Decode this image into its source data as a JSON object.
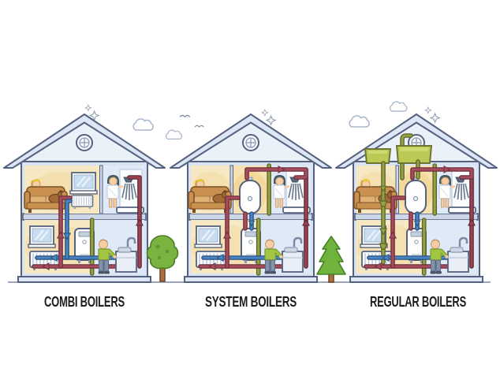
{
  "diagram": {
    "houses": [
      {
        "label": "COMBI BOILERS",
        "components": [
          "combi-boiler",
          "upstairs-radiator",
          "downstairs-radiator",
          "shower",
          "kitchen-sink",
          "sofa-with-woman-and-dog",
          "windows"
        ]
      },
      {
        "label": "SYSTEM BOILERS",
        "components": [
          "system-boiler",
          "hot-water-cylinder",
          "downstairs-radiator",
          "shower",
          "kitchen-sink",
          "sofa-with-woman-and-dog",
          "window"
        ]
      },
      {
        "label": "REGULAR BOILERS",
        "components": [
          "regular-boiler",
          "hot-water-cylinder",
          "attic-cold-water-tank",
          "attic-feed-expansion-tank",
          "downstairs-radiator",
          "shower",
          "kitchen-sink",
          "sofa-with-woman-and-dog",
          "window"
        ]
      }
    ],
    "scenery": [
      "clouds",
      "birds",
      "sparkles",
      "round-tree",
      "pine-tree",
      "ground-line"
    ],
    "colors": {
      "hot_pipe": "#a84b5a",
      "cold_pipe": "#4a84c4",
      "vent_pipe": "#95a147",
      "ceiling_hot_pipe": "#9c4250",
      "tank_green": "#bcc954",
      "outline": "#55627f",
      "wall_fill": "#d9e3f2",
      "roof_fill": "#dce6f4",
      "room_warm": "#f7e8c4",
      "room_cool": "#e0eaf6",
      "label_color": "#1d1d1f"
    }
  }
}
